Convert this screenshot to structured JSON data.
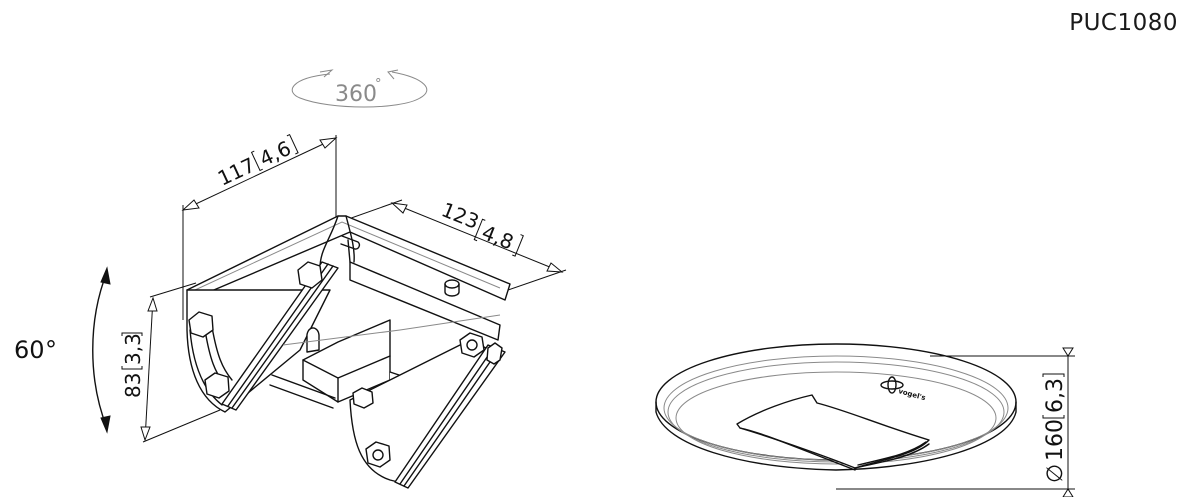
{
  "header": {
    "model_code": "PUC1080"
  },
  "bracket_view": {
    "rotation": {
      "value": "360",
      "unit": "°"
    },
    "tilt": {
      "value": "60",
      "unit": "°"
    },
    "dimensions": {
      "width": {
        "mm": "117",
        "inch": "4,6"
      },
      "depth": {
        "mm": "123",
        "inch": "4,8"
      },
      "height": {
        "mm": "83",
        "inch": "3,3"
      }
    }
  },
  "ceiling_plate_view": {
    "diameter": {
      "symbol": "∅",
      "mm": "160",
      "inch": "6,3"
    },
    "logo": "vogel's"
  },
  "colors": {
    "line": "#111111",
    "annotation_gray": "#8a8a8a",
    "background": "#ffffff"
  }
}
